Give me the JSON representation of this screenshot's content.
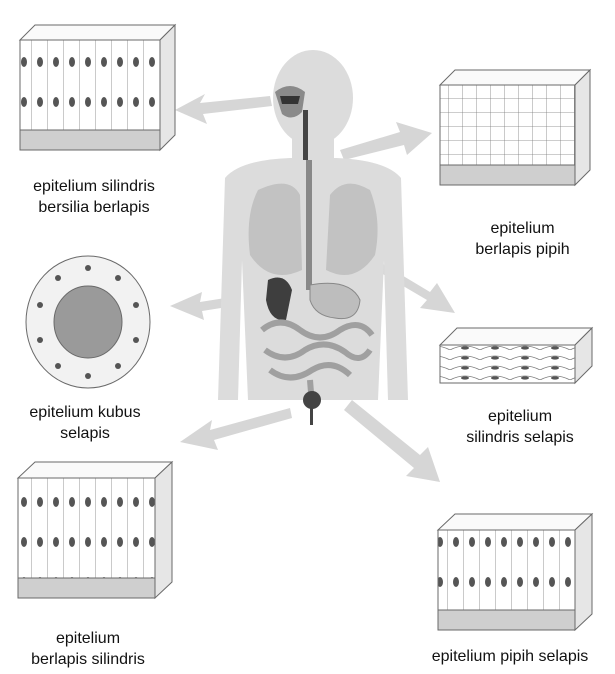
{
  "labels": {
    "top_left": [
      "epitelium silindris",
      "bersilia berlapis"
    ],
    "top_right": [
      "epitelium",
      "berlapis pipih"
    ],
    "mid_left": [
      "epitelium kubus",
      "selapis"
    ],
    "mid_right": [
      "epitelium",
      "silindris selapis"
    ],
    "bottom_left": [
      "epitelium",
      "berlapis silindris"
    ],
    "bottom_right": [
      "epitelium pipih selapis"
    ]
  },
  "colors": {
    "body": "#dcdcdc",
    "body_edge": "#c4c4c4",
    "arrow": "#d4d4d4",
    "organ": "#bfbfbf",
    "organ_dark": "#4a4a4a",
    "tissue_face": "#f2f2f2",
    "tissue_top": "#fafafa",
    "tissue_line": "#6a6a6a",
    "nucleus": "#555555"
  },
  "icons": [
    "human-body-icon",
    "lungs-icon",
    "stomach-icon",
    "intestine-icon",
    "tissue-block-icon",
    "tissue-tube-icon"
  ]
}
